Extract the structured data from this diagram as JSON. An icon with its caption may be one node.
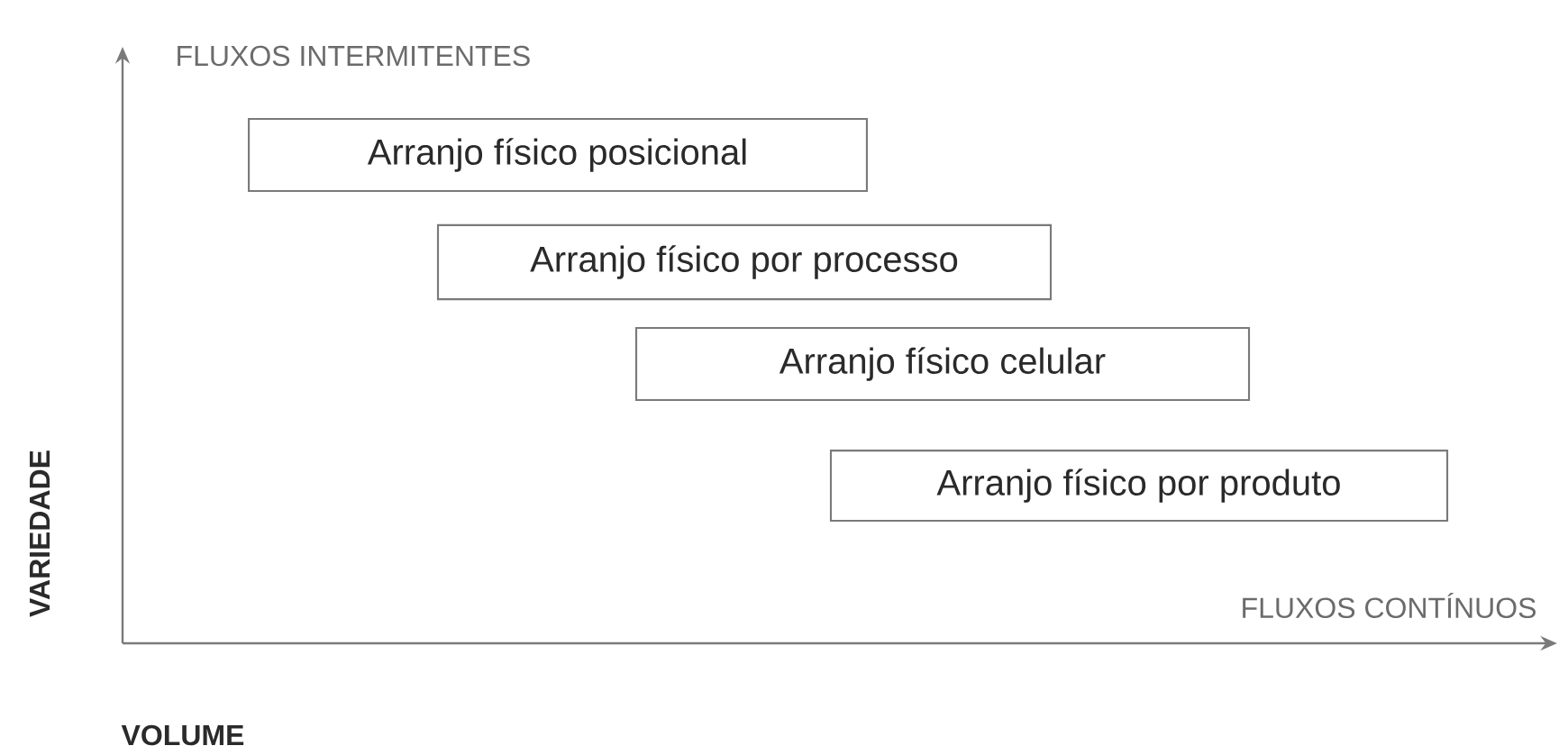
{
  "diagram": {
    "nodes": [
      {
        "text": [
          "Arranjo físico posicional"
        ]
      },
      {
        "text": [
          "Arranjo físico por processo"
        ]
      },
      {
        "text": [
          "Arranjo físico celular"
        ]
      },
      {
        "text": [
          "Arranjo físico por produto"
        ]
      }
    ],
    "labels": [
      "FLUXOS INTERMITENTES",
      "VARIEDADE",
      "FLUXOS CONTÍNUOS",
      "VOLUME"
    ]
  }
}
